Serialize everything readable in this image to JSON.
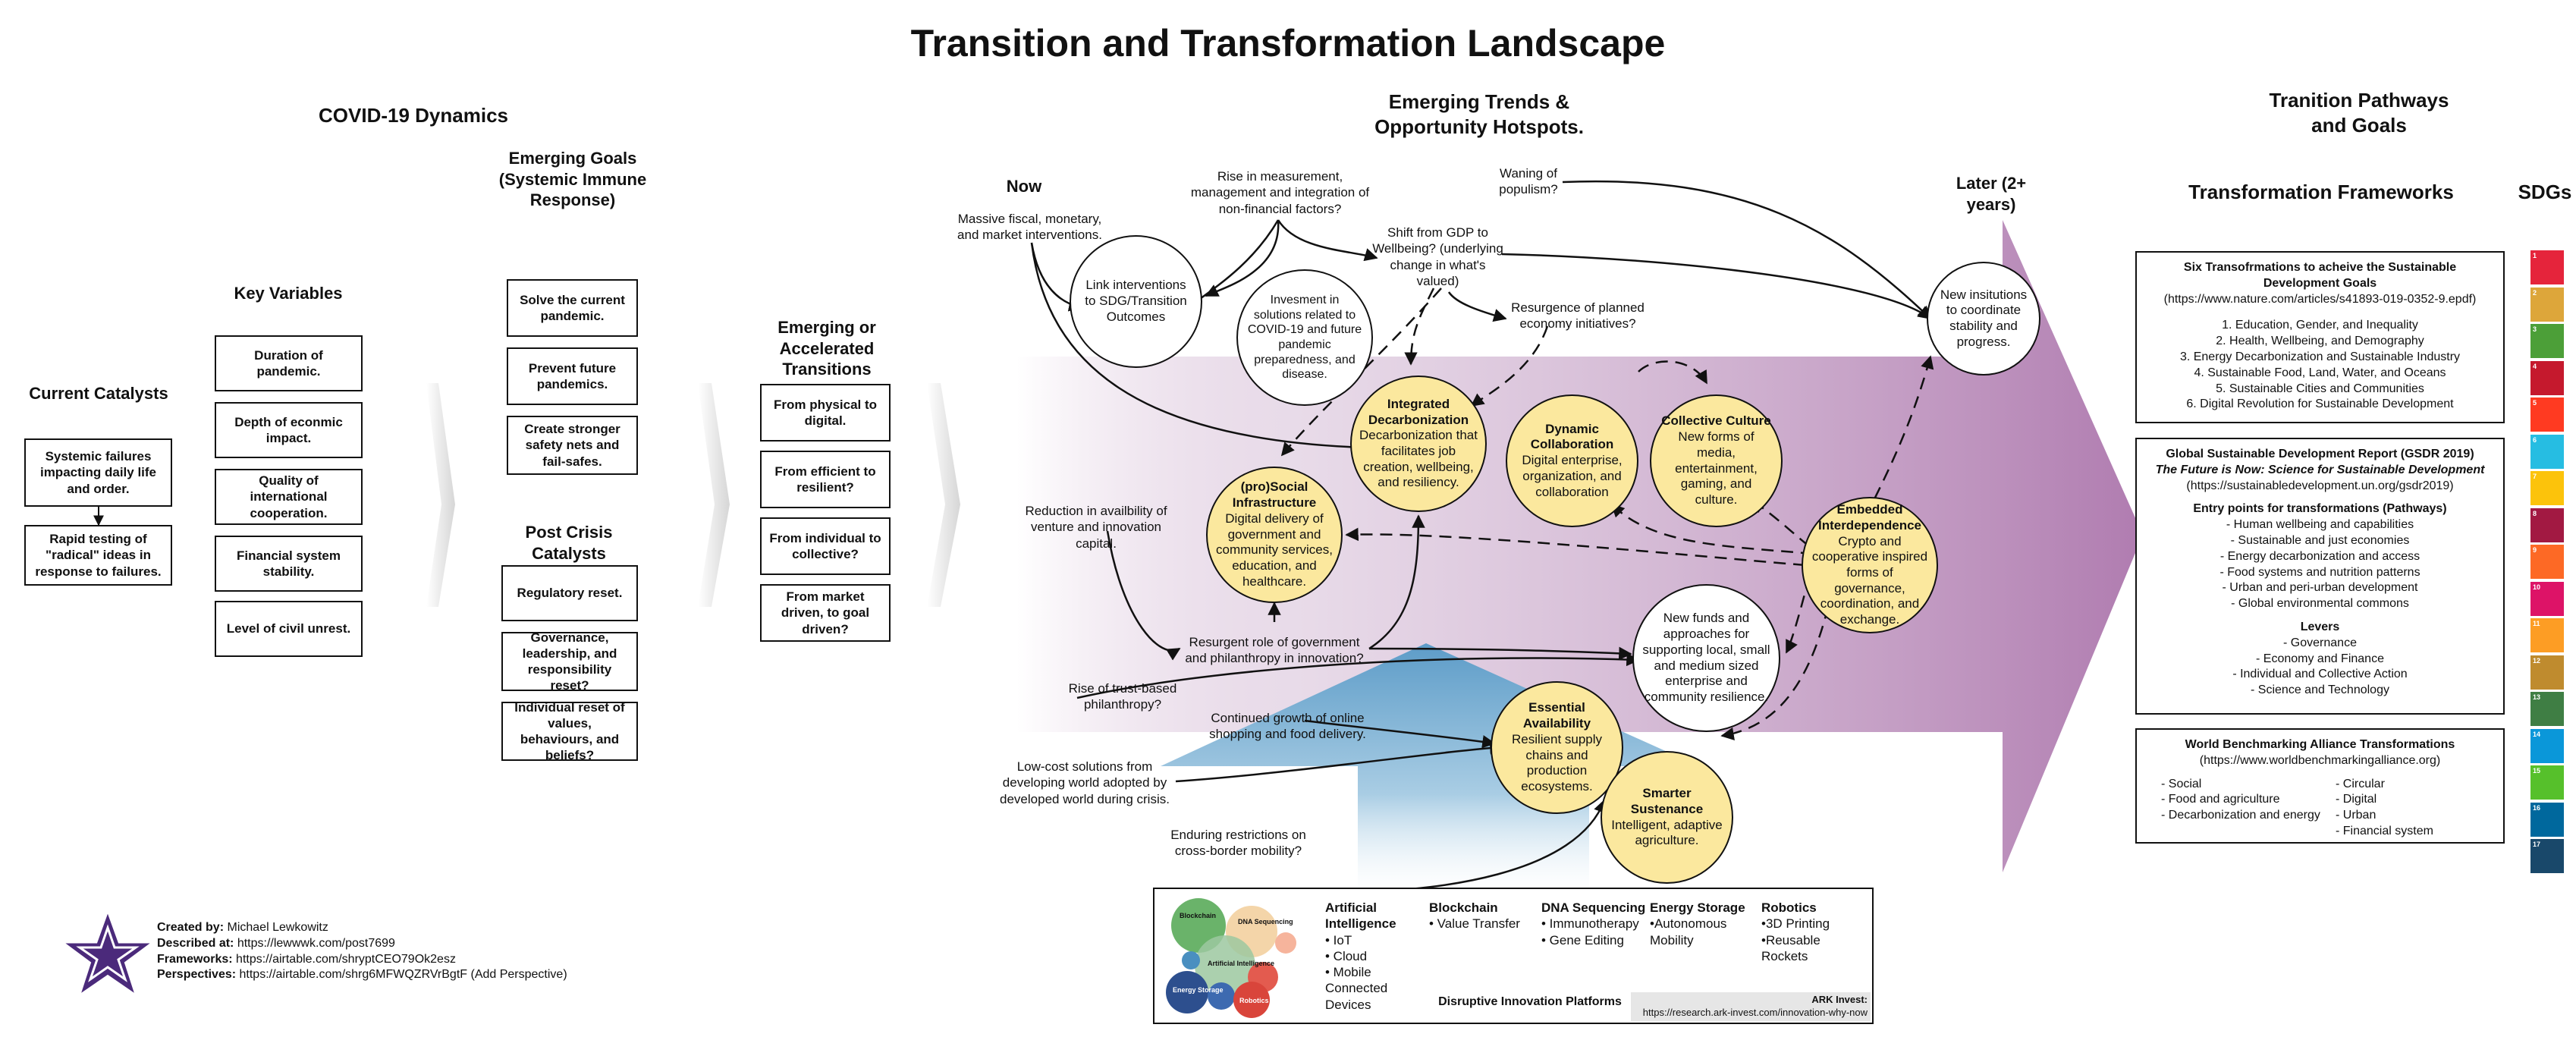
{
  "title": "Transition and Transformation Landscape",
  "covid": {
    "heading": "COVID-19 Dynamics",
    "current_catalysts": {
      "heading": "Current Catalysts",
      "items": [
        "Systemic failures impacting daily life and order.",
        "Rapid testing of \"radical\" ideas in response to failures."
      ]
    },
    "key_variables": {
      "heading": "Key Variables",
      "items": [
        "Duration of pandemic.",
        "Depth of econmic impact.",
        "Quality of international cooperation.",
        "Financial system stability.",
        "Level of civil unrest."
      ]
    },
    "emerging_goals": {
      "heading": "Emerging Goals (Systemic Immune Response)",
      "items": [
        "Solve the current pandemic.",
        "Prevent future pandemics.",
        "Create stronger safety nets and fail-safes."
      ]
    },
    "post_crisis": {
      "heading": "Post Crisis Catalysts",
      "items": [
        "Regulatory reset.",
        "Governance, leadership, and responsibility reset?",
        "Individual reset of values, behaviours, and beliefs?"
      ]
    },
    "transitions": {
      "heading": "Emerging or Accelerated Transitions",
      "items": [
        "From physical to digital.",
        "From efficient to resilient?",
        "From individual to collective?",
        "From market driven, to goal driven?"
      ]
    }
  },
  "trends": {
    "heading": "Emerging Trends & Opportunity Hotspots.",
    "now": "Now",
    "later": "Later (2+ years)",
    "labels": {
      "massive_fiscal": "Massive fiscal, monetary, and market interventions.",
      "rise_measurement": "Rise in measurement, management and integration of non-financial factors?",
      "waning": "Waning of populism?",
      "shift_gdp": "Shift from GDP to Wellbeing? (underlying change in what's valued)",
      "resurgence_planned": "Resurgence of planned economy initiatives?",
      "reduction": "Reduction in availbility of venture and innovation capital.",
      "resurgent_gov": "Resurgent role of government and philanthropy in innovation?",
      "trust_based": "Rise of trust-based philanthropy?",
      "online_shopping": "Continued growth of online shopping and food delivery.",
      "low_cost": "Low-cost solutions from developing world adopted by developed world during crisis.",
      "restrictions": "Enduring restrictions on cross-border mobility?"
    },
    "white_circles": {
      "link_interventions": "Link interventions to SDG/Transition Outcomes",
      "investment": "Invesment in solutions related to COVID-19 and future pandemic preparedness, and disease.",
      "new_institutions": "New insitutions to coordinate stability and progress.",
      "new_funds": "New funds and approaches for supporting local, small and medium sized enterprise and community resilience."
    },
    "hotspots": {
      "integrated": {
        "title": "Integrated Decarbonization",
        "body": "Decarbonization that facilitates job creation, wellbeing, and resiliency."
      },
      "dynamic": {
        "title": "Dynamic Collaboration",
        "body": "Digital enterprise, organization, and collaboration"
      },
      "collective": {
        "title": "Collective Culture",
        "body": "New forms of media, entertainment, gaming, and culture."
      },
      "prosocial": {
        "title": "(pro)Social Infrastructure",
        "body": "Digital delivery of government and community services, education, and healthcare."
      },
      "embedded": {
        "title": "Embedded Interdependence",
        "body": "Crypto and cooperative inspired forms of governance, coordination, and exchange."
      },
      "essential": {
        "title": "Essential Availability",
        "body": "Resilient supply chains and production ecosystems."
      },
      "smarter": {
        "title": "Smarter Sustenance",
        "body": "Intelligent, adaptive agriculture."
      }
    }
  },
  "innovation": {
    "caption": "Disruptive Innovation Platforms",
    "source_label": "ARK Invest:",
    "source_url": "https://research.ark-invest.com/innovation-why-now",
    "venn": [
      "Blockchain",
      "DNA Sequencing",
      "Artificial Intelligence",
      "Energy Storage",
      "Robotics"
    ],
    "columns": [
      {
        "title": "Artificial Intelligence",
        "items": [
          "• IoT",
          "• Cloud",
          "• Mobile Connected Devices"
        ]
      },
      {
        "title": "Blockchain",
        "items": [
          "• Value Transfer"
        ]
      },
      {
        "title": "DNA Sequencing",
        "items": [
          "• Immunotherapy",
          "• Gene Editing"
        ]
      },
      {
        "title": "Energy Storage",
        "items": [
          "•Autonomous Mobility"
        ]
      },
      {
        "title": "Robotics",
        "items": [
          "•3D Printing",
          "•Reusable Rockets"
        ]
      }
    ]
  },
  "pathways": {
    "heading": "Tranition Pathways and Goals",
    "frameworks_heading": "Transformation Frameworks",
    "sdgs_heading": "SDGs",
    "six": {
      "title": "Six Transofrmations to acheive the Sustainable Development Goals",
      "url": "(https://www.nature.com/articles/s41893-019-0352-9.epdf)",
      "items": [
        "1. Education, Gender, and Inequality",
        "2. Health, Wellbeing, and Demography",
        "3. Energy Decarbonization and Sustainable Industry",
        "4. Sustainable Food, Land, Water, and Oceans",
        "5. Sustainable Cities and Communities",
        "6. Digital Revolution for Sustainable Development"
      ]
    },
    "gsdr": {
      "title": "Global Sustainable Development Report (GSDR 2019)",
      "subtitle": "The Future is Now: Science for Sustainable Development",
      "url": "(https://sustainabledevelopment.un.org/gsdr2019)",
      "entry_heading": "Entry points for transformations (Pathways)",
      "entry_items": [
        "- Human wellbeing and capabilities",
        "- Sustainable and just economies",
        "- Energy decarbonization and access",
        "- Food systems and nutrition patterns",
        "- Urban and peri-urban development",
        "- Global environmental commons"
      ],
      "levers_heading": "Levers",
      "levers_items": [
        "- Governance",
        "- Economy and Finance",
        "- Individual and Collective Action",
        "- Science and Technology"
      ]
    },
    "wba": {
      "title": "World Benchmarking Alliance Transformations",
      "url": "(https://www.worldbenchmarkingalliance.org)",
      "col1": [
        "- Social",
        "- Food and agriculture",
        "- Decarbonization and energy"
      ],
      "col2": [
        "- Circular",
        "- Digital",
        "- Urban",
        "- Financial system"
      ]
    },
    "sdg_colors": [
      "#e5243b",
      "#dda63a",
      "#4c9f38",
      "#c5192d",
      "#ff3a21",
      "#26bde2",
      "#fcc30b",
      "#a21942",
      "#fd6925",
      "#dd1367",
      "#fd9d24",
      "#bf8b2e",
      "#3f7e44",
      "#0a97d9",
      "#56c02b",
      "#00689d",
      "#19486a"
    ],
    "sdg_numbers": [
      "1",
      "2",
      "3",
      "4",
      "5",
      "6",
      "7",
      "8",
      "9",
      "10",
      "11",
      "12",
      "13",
      "14",
      "15",
      "16",
      "17"
    ]
  },
  "credits": {
    "created_by_label": "Created by:",
    "created_by": "Michael Lewkowitz",
    "described_label": "Described at:",
    "described": "https://lewwwk.com/post7699",
    "frameworks_label": "Frameworks:",
    "frameworks": "https://airtable.com/shryptCEO79Ok2esz",
    "perspectives_label": "Perspectives:",
    "perspectives": "https://airtable.com/shrg6MFWQZRVrBgtF (Add Perspective)"
  },
  "colors": {
    "hotspot": "#fbe89e",
    "arrow_purple": "#b88bb8",
    "arrow_blue": "#7fb3d5",
    "star": "#4b2a7b"
  }
}
